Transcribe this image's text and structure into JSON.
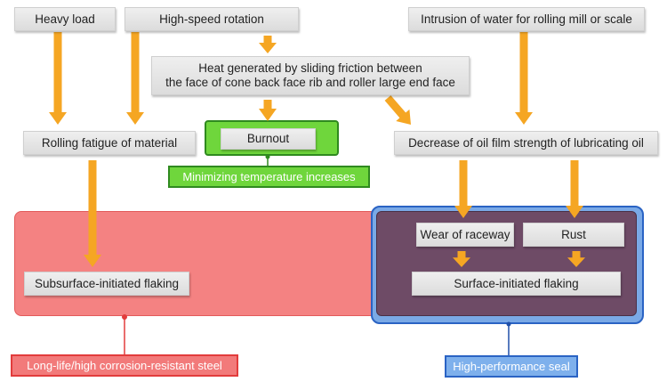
{
  "nodes": {
    "heavy_load": "Heavy load",
    "high_speed_rotation": "High-speed rotation",
    "intrusion_water": "Intrusion of water for rolling mill or scale",
    "heat_generated_line1": "Heat generated by sliding friction between",
    "heat_generated_line2": "the face of cone back face rib and roller large end face",
    "rolling_fatigue": "Rolling fatigue of material",
    "burnout": "Burnout",
    "decrease_oil_film": "Decrease of oil film strength of lubricating oil",
    "wear_raceway": "Wear of raceway",
    "rust": "Rust",
    "subsurface_flaking": "Subsurface-initiated flaking",
    "surface_flaking": "Surface-initiated flaking"
  },
  "countermeasures": {
    "minimizing_temperature": "Minimizing temperature increases",
    "steel": "Long-life/high corrosion-resistant steel",
    "seal": "High-performance seal"
  },
  "colors": {
    "arrow": "#f5a623",
    "red_region": "#f08080",
    "red_border": "#e63c3c",
    "blue_region": "#6a4a6b",
    "blue_border": "#1f5fbf",
    "green_region": "#6dd33a",
    "green_border": "#2e8b1e"
  }
}
